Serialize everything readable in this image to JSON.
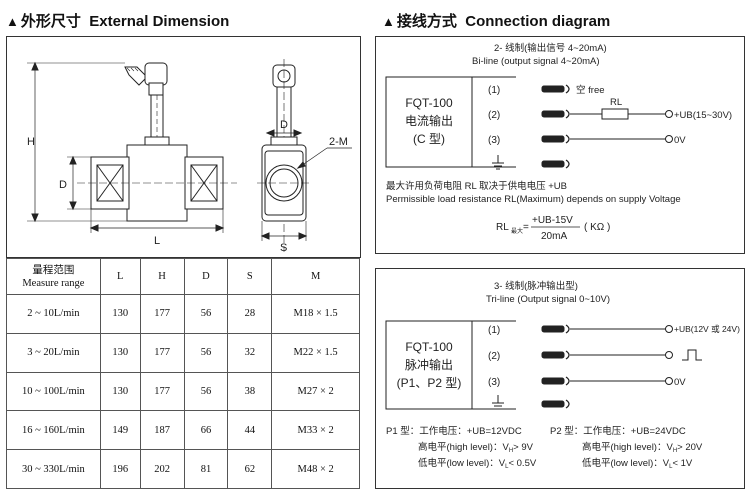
{
  "left_header": {
    "marker": "▲",
    "zh": "外形尺寸",
    "en": "External Dimension"
  },
  "right_header": {
    "marker": "▲",
    "zh": "接线方式",
    "en": "Connection diagram"
  },
  "dimension_drawing": {
    "labels": {
      "H": "H",
      "D": "D",
      "L": "L",
      "D_end": "D",
      "S": "S",
      "M": "2-M"
    }
  },
  "table": {
    "headers": {
      "range_zh": "量程范围",
      "range_en": "Measure range",
      "L": "L",
      "H": "H",
      "D": "D",
      "S": "S",
      "M": "M"
    },
    "rows": [
      [
        "2 ~ 10L/min",
        "130",
        "177",
        "56",
        "28",
        "M18 × 1.5"
      ],
      [
        "3 ~ 20L/min",
        "130",
        "177",
        "56",
        "32",
        "M22 × 1.5"
      ],
      [
        "10 ~ 100L/min",
        "130",
        "177",
        "56",
        "38",
        "M27 × 2"
      ],
      [
        "16 ~ 160L/min",
        "149",
        "187",
        "66",
        "44",
        "M33 × 2"
      ],
      [
        "30 ~ 330L/min",
        "196",
        "202",
        "81",
        "62",
        "M48 × 2"
      ]
    ]
  },
  "diagram1": {
    "title_zh": "2- 线制(输出信号 4~20mA)",
    "title_en": "Bi-line (output signal 4~20mA)",
    "box": [
      "FQT-100",
      "电流输出",
      "(C 型)"
    ],
    "pins": [
      "(1)",
      "(2)",
      "(3)"
    ],
    "free_label": "空 free",
    "resistor_label": "RL",
    "plus_label": "+UB(15~30V)",
    "zero_label": "0V",
    "note_zh": "最大许用负荷电阻 RL 取决于供电电压 +UB",
    "note_en": "Permissible load resistance RL(Maximum) depends on supply Voltage",
    "formula_left": "RL",
    "formula_sub": "最大",
    "formula_eq": "=",
    "formula_num": "+UB-15V",
    "formula_den": "20mA",
    "formula_unit": "( KΩ )"
  },
  "diagram2": {
    "title_zh": "3- 线制(脉冲输出型)",
    "title_en": "Tri-line (Output signal 0~10V)",
    "box": [
      "FQT-100",
      "脉冲输出",
      "(P1、P2 型)"
    ],
    "pins": [
      "(1)",
      "(2)",
      "(3)"
    ],
    "plus_label": "+UB(12V 或 24V)",
    "zero_label": "0V",
    "p1": {
      "line1": "P1 型：工作电压：+UB=12VDC",
      "line2": "高电平(high level)：V",
      "line2_sub": "H",
      "line2_val": "> 9V",
      "line3": "低电平(low level)：V",
      "line3_sub": "L",
      "line3_val": "< 0.5V"
    },
    "p2": {
      "line1": "P2 型：工作电压：+UB=24VDC",
      "line2": "高电平(high level)：V",
      "line2_sub": "H",
      "line2_val": "> 20V",
      "line3": "低电平(low level)：V",
      "line3_sub": "L",
      "line3_val": "< 1V"
    }
  },
  "colors": {
    "line": "#222222",
    "border": "#333333"
  }
}
